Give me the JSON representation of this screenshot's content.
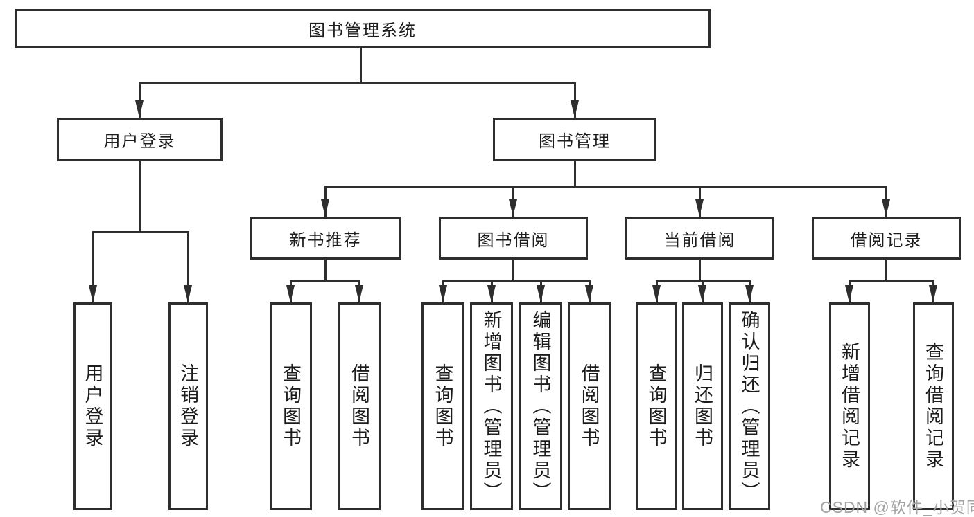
{
  "colors": {
    "line": "#2e2e2e",
    "box_border": "#2e2e2e",
    "text": "#1c1c1c",
    "background": "#ffffff",
    "watermark": "#a3a3a3"
  },
  "tree": {
    "label": "图书管理系统",
    "children": [
      {
        "label": "用户登录",
        "children": [
          {
            "label": "用户登录"
          },
          {
            "label": "注销登录"
          }
        ]
      },
      {
        "label": "图书管理",
        "children": [
          {
            "label": "新书推荐",
            "children": [
              {
                "label": "查询图书"
              },
              {
                "label": "借阅图书"
              }
            ]
          },
          {
            "label": "图书借阅",
            "children": [
              {
                "label": "查询图书"
              },
              {
                "label": "新增图书（管理员）"
              },
              {
                "label": "编辑图书（管理员）"
              },
              {
                "label": "借阅图书"
              }
            ]
          },
          {
            "label": "当前借阅",
            "children": [
              {
                "label": "查询图书"
              },
              {
                "label": "归还图书"
              },
              {
                "label": "确认归还（管理员）"
              }
            ]
          },
          {
            "label": "借阅记录",
            "children": [
              {
                "label": "新增借阅记录"
              },
              {
                "label": "查询借阅记录"
              }
            ]
          }
        ]
      }
    ]
  },
  "watermark": {
    "text": "CSDN @软件_小贺同学"
  }
}
